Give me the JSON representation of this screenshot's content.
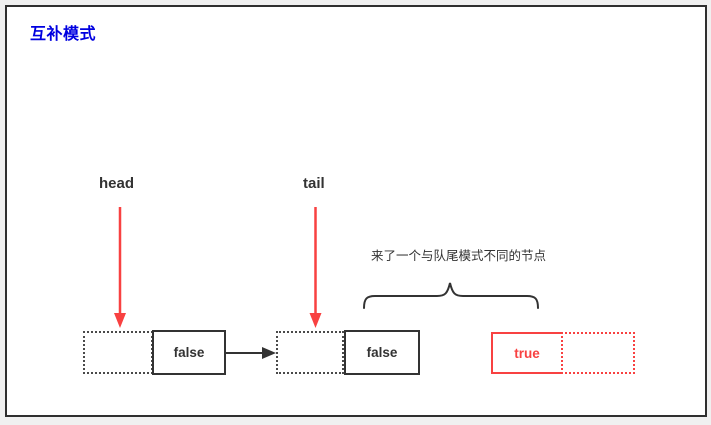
{
  "title": "互补模式",
  "pointers": {
    "head_label": "head",
    "tail_label": "tail"
  },
  "annotation": "来了一个与队尾模式不同的节点",
  "nodes": [
    {
      "value": "false",
      "style": "black",
      "slot_side": "left",
      "role": "head-node"
    },
    {
      "value": "false",
      "style": "black",
      "slot_side": "left",
      "role": "tail-node"
    },
    {
      "value": "true",
      "style": "red",
      "slot_side": "right",
      "role": "new-node"
    }
  ],
  "colors": {
    "accent_red": "#f84141",
    "title_blue": "#0000e0",
    "ink": "#333333",
    "canvas_bg": "#ffffff",
    "page_bg": "#f0f0f0"
  }
}
